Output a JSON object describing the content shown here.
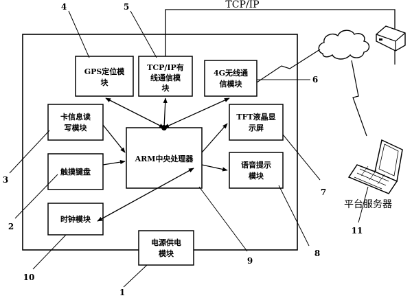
{
  "top_link_label": "TCP/IP",
  "modules": {
    "gps": [
      "GPS定位模",
      "块"
    ],
    "tcpip": [
      "TCP/IP有",
      "线通信模",
      "块"
    ],
    "wireless4g": [
      "4G无线通",
      "信模块"
    ],
    "card": [
      "卡信息读",
      "写模块"
    ],
    "keyboard": [
      "触摸键盘"
    ],
    "arm": [
      "ARM中央处理器"
    ],
    "tft": [
      "TFT液晶显",
      "示屏"
    ],
    "voice": [
      "语音提示",
      "模块"
    ],
    "clock": [
      "时钟模块"
    ],
    "power": [
      "电源供电",
      "模块"
    ]
  },
  "server_label": "平台服务器",
  "callouts": {
    "n1": "1",
    "n2": "2",
    "n3": "3",
    "n4": "4",
    "n5": "5",
    "n6": "6",
    "n7": "7",
    "n8": "8",
    "n9": "9",
    "n10": "10",
    "n11": "11"
  }
}
